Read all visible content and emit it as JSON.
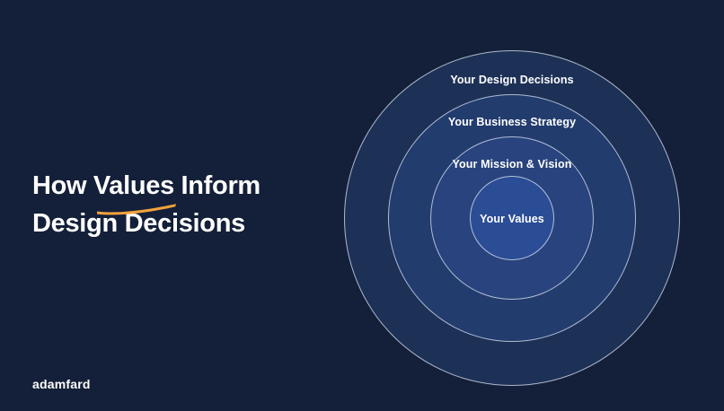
{
  "theme": {
    "background": "#142039",
    "accent": "#F2A33C",
    "text": "#FFFFFF",
    "circle_border": "rgba(223,230,242,0.75)",
    "ring_colors": [
      "#1D3157",
      "#233C6E",
      "#28437D",
      "#2B4D96"
    ]
  },
  "title": {
    "line1_pre": "How",
    "line1_highlight": "Values",
    "line1_post": "Inform",
    "line2": "Design Decisions"
  },
  "diagram": {
    "type": "concentric-circles",
    "rings": [
      {
        "label": "Your Design Decisions"
      },
      {
        "label": "Your Business Strategy"
      },
      {
        "label": "Your Mission & Vision"
      },
      {
        "label": "Your Values"
      }
    ]
  },
  "footer": {
    "brand": "adamfard"
  }
}
